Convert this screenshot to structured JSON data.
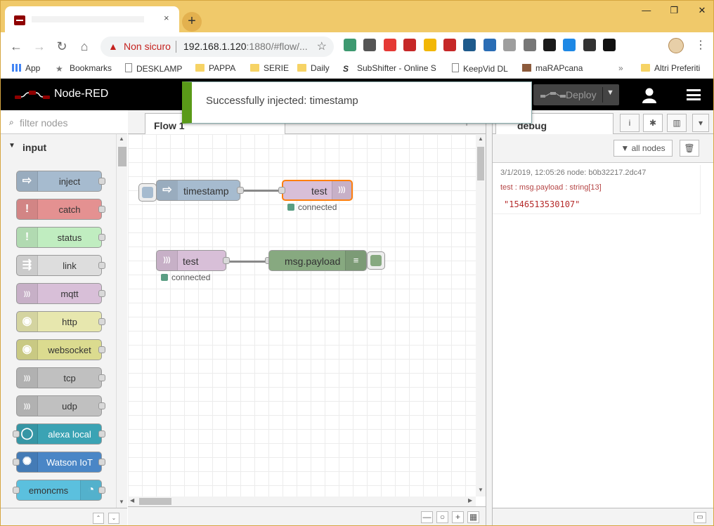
{
  "browser": {
    "window_controls": [
      "—",
      "❐",
      "✕"
    ],
    "tab_close": "×",
    "new_tab": "+",
    "security_label": "Non sicuro",
    "url_host": "192.168.1.120",
    "url_rest": ":1880/#flow/...",
    "ext_colors": [
      "#3d9970",
      "#555555",
      "#e53935",
      "#c62828",
      "#f2b705",
      "#c62828",
      "#1e5a8c",
      "#2a6db5",
      "#9e9e9e",
      "#777777",
      "#1a1a1a",
      "#1e88e5",
      "#333333",
      "#111111"
    ],
    "bookmarks": [
      {
        "label": "App",
        "icon": "apps-grid-icon"
      },
      {
        "label": "Bookmarks",
        "icon": "star-icon"
      },
      {
        "label": "DESKLAMP",
        "icon": "page-icon"
      },
      {
        "label": "PAPPA",
        "icon": "folder-icon"
      },
      {
        "label": "SERIE",
        "icon": "folder-icon"
      },
      {
        "label": "Daily",
        "icon": "folder-icon"
      },
      {
        "label": "SubShifter - Online S",
        "icon": "s-logo-icon"
      },
      {
        "label": "KeepVid DL",
        "icon": "page-icon"
      },
      {
        "label": "maRAPcana",
        "icon": "site-icon"
      },
      {
        "label": "»",
        "icon": ""
      },
      {
        "label": "Altri Preferiti",
        "icon": "folder-icon"
      }
    ]
  },
  "app": {
    "title": "Node-RED",
    "deploy_label": "Deploy",
    "deploy_caret": "▼"
  },
  "notification": {
    "text": "Successfully injected: timestamp",
    "color": "#5a9a18"
  },
  "palette": {
    "filter_placeholder": "filter nodes",
    "category": "input",
    "category_chevron": "▼",
    "nodes": [
      {
        "label": "inject",
        "color": "#a6bbcf",
        "icon": "arrow-icon",
        "glyph": "⇨"
      },
      {
        "label": "catch",
        "color": "#e49191",
        "icon": "exclamation-icon",
        "glyph": "!"
      },
      {
        "label": "status",
        "color": "#c0edc0",
        "icon": "exclamation-icon",
        "glyph": "!"
      },
      {
        "label": "link",
        "color": "#dddddd",
        "icon": "link-icon",
        "glyph": "⇶"
      },
      {
        "label": "mqtt",
        "color": "#d8bfd8",
        "icon": "bridge-icon",
        "glyph": ")))"
      },
      {
        "label": "http",
        "color": "#e7e7ae",
        "icon": "globe-icon",
        "glyph": "◉"
      },
      {
        "label": "websocket",
        "color": "#dbdb8f",
        "icon": "globe-icon",
        "glyph": "◉"
      },
      {
        "label": "tcp",
        "color": "#c0c0c0",
        "icon": "bridge-icon",
        "glyph": ")))"
      },
      {
        "label": "udp",
        "color": "#c0c0c0",
        "icon": "bridge-icon",
        "glyph": ")))"
      },
      {
        "label": "alexa local",
        "color": "#3ba3b4",
        "icon": "alexa-ring-icon",
        "glyph": "◯"
      },
      {
        "label": "Watson IoT",
        "color": "#4a86c6",
        "icon": "watson-gear-icon",
        "glyph": "✺"
      },
      {
        "label": "emoncms",
        "color": "#5bc0de",
        "icon": "gauge-icon",
        "glyph": "◔"
      }
    ],
    "footer": [
      "⌃",
      "⌄"
    ]
  },
  "workspace": {
    "tab_label": "Flow 1",
    "tab_add": "+",
    "scroll_arrows": [
      "▲",
      "▼",
      "◀",
      "▶"
    ],
    "footer_buttons": [
      "—",
      "○",
      "+",
      "▦"
    ],
    "nodes": [
      {
        "label": "timestamp",
        "color": "#a6bbcf",
        "glyph": "⇨"
      },
      {
        "label": "test",
        "color": "#d8bfd8",
        "glyph": ")))",
        "status": "connected"
      },
      {
        "label": "test",
        "color": "#d8bfd8",
        "glyph": ")))",
        "status": "connected"
      },
      {
        "label": "msg.payload",
        "color": "#87a980",
        "glyph": "≡"
      }
    ],
    "status_color": "#5a9e83"
  },
  "sidebar": {
    "tab_label": "debug",
    "buttons": [
      "i",
      "✱",
      "▥",
      "▾"
    ],
    "filter_label": "all nodes",
    "trash": "🗑",
    "message": {
      "meta": "3/1/2019, 12:05:26   node: b0b32217.2dc47",
      "topic": "test : msg.payload : string[13]",
      "value": "\"1546513530107\""
    },
    "footer_icon": "▭"
  }
}
